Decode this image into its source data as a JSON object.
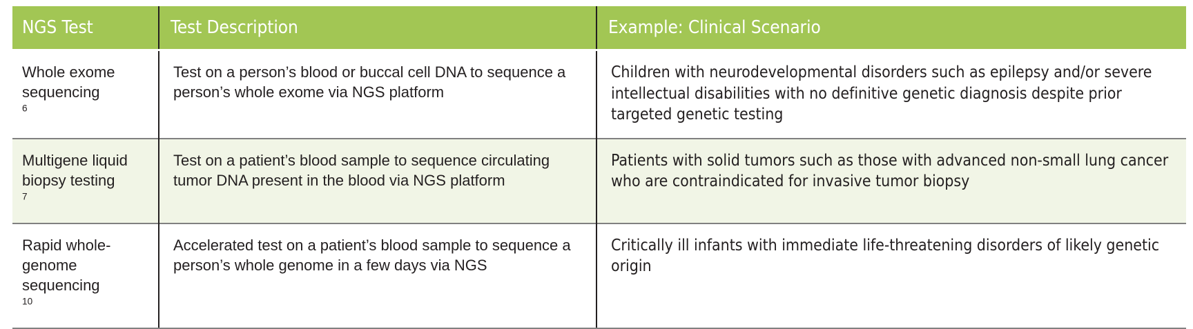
{
  "table": {
    "accent_color": "#a2c654",
    "shaded_row_color": "#f1f5e6",
    "rule_color": "#808080",
    "divider_color": "#231f20",
    "header_text_color": "#ffffff",
    "body_text_color": "#231f20",
    "columns": [
      {
        "key": "test",
        "label": "NGS Test"
      },
      {
        "key": "description",
        "label": "Test Description"
      },
      {
        "key": "example",
        "label": "Example: Clinical Scenario"
      }
    ],
    "rows": [
      {
        "test": "Whole exome sequencing",
        "test_ref": "6",
        "description": "Test on a person’s blood or buccal cell DNA to sequence a person’s whole exome via NGS platform",
        "example": "Children with neurodevelopmental disorders such as epilepsy and/or severe intellectual disabilities with no definitive genetic diagnosis despite prior targeted genetic testing",
        "shaded": false
      },
      {
        "test": "Multigene liquid biopsy testing",
        "test_ref": "7",
        "description": "Test on a patient’s blood sample to sequence circulating tumor DNA present in the blood via NGS platform",
        "example": "Patients with solid tumors such as those with advanced non-small lung cancer who are contraindicated for invasive tumor biopsy",
        "shaded": true
      },
      {
        "test": "Rapid whole-genome sequencing",
        "test_ref": "10",
        "description": "Accelerated test on a patient’s blood sample to sequence a person’s whole genome in a few days via NGS",
        "example": "Critically ill infants with immediate life-threatening disorders of likely genetic origin",
        "shaded": false
      }
    ]
  }
}
